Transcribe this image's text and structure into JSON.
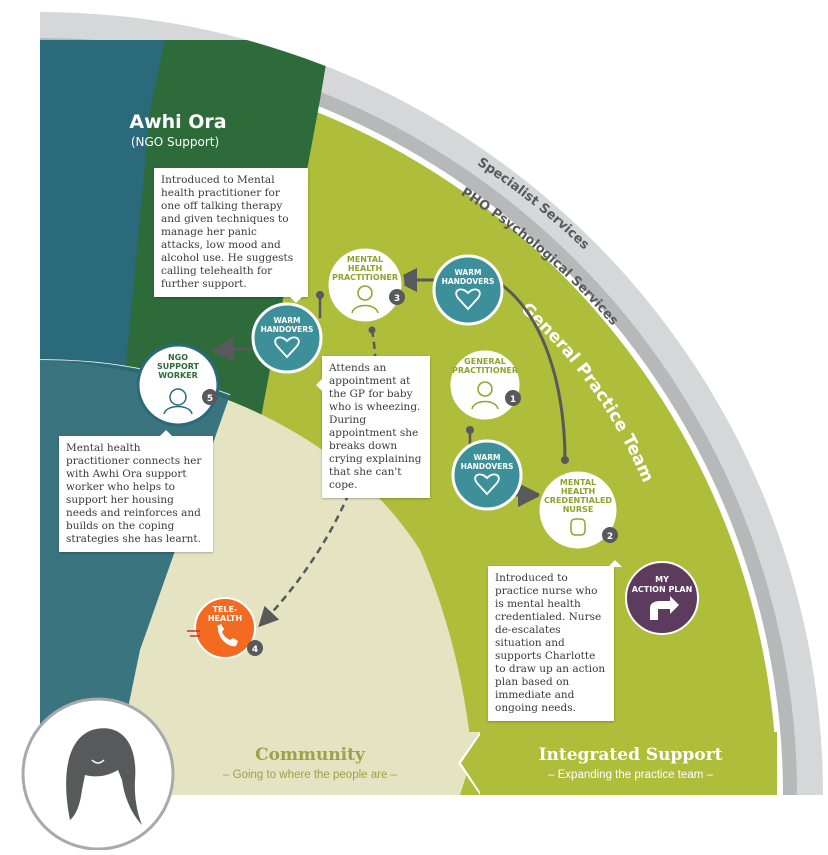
{
  "regions": {
    "ngo_title": "Awhi Ora",
    "ngo_subtitle": "(NGO Support)",
    "specialist": "Specialist Services",
    "pho": "PHO Psychological Services",
    "gp_team": "General Practice Team"
  },
  "bottom": {
    "community_title": "Community",
    "community_sub": "– Going to where the people are –",
    "integrated_title": "Integrated Support",
    "integrated_sub": "– Expanding the practice team –"
  },
  "nodes": {
    "gp": {
      "line1": "GENERAL",
      "line2": "PRACTITIONER",
      "step": "1"
    },
    "nurse": {
      "line1": "MENTAL",
      "line2": "HEALTH",
      "line3": "CREDENTIALED",
      "line4": "NURSE",
      "step": "2"
    },
    "mhp": {
      "line1": "MENTAL",
      "line2": "HEALTH",
      "line3": "PRACTITIONER",
      "step": "3"
    },
    "telehealth": {
      "line1": "TELE-",
      "line2": "HEALTH",
      "step": "4"
    },
    "ngo": {
      "line1": "NGO",
      "line2": "SUPPORT",
      "line3": "WORKER",
      "step": "5"
    },
    "warm_handover": {
      "line1": "WARM",
      "line2": "HANDOVERS"
    },
    "action_plan": {
      "line1": "MY",
      "line2": "ACTION PLAN"
    }
  },
  "notes": {
    "mhp_note": "Introduced to Mental health practitioner for one off talking therapy and given techniques to manage her panic attacks, low mood and alcohol use. He suggests calling telehealth for further support.",
    "gp_note": "Attends an appointment at the GP for baby who is wheezing. During appointment she breaks down crying explaining that she can't cope.",
    "ngo_note": "Mental health practitioner connects her with Awhi Ora support worker who helps to support her housing needs and reinforces and builds on the coping strategies she has learnt.",
    "nurse_note": "Introduced to practice nurse who is mental health credentialed. Nurse de-escalates situation and supports Charlotte to draw up an action plan based on immediate and ongoing needs."
  },
  "colors": {
    "outer_grey": "#a7a9ac",
    "pho_grey": "#d1d2d4",
    "gp_green": "#aebd3a",
    "ngo_darkgreen": "#2f6b3b",
    "teal": "#2a6a7a",
    "community": "#e4e3c2",
    "handover_teal": "#3d8f9a",
    "telehealth_orange": "#f26b21",
    "action_purple": "#5c3b5e"
  }
}
